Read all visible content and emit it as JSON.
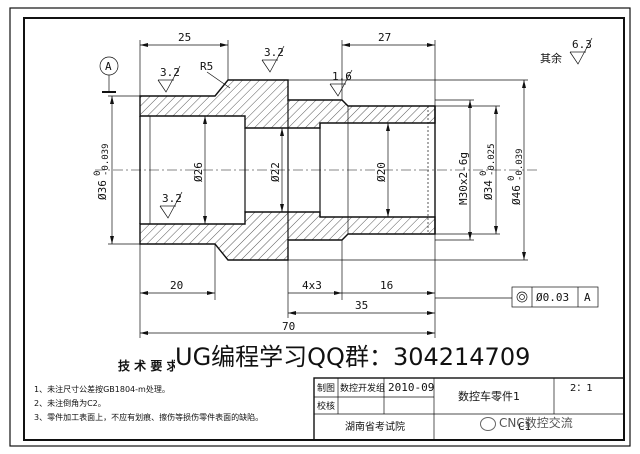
{
  "dimensions": {
    "top_left": "25",
    "top_right": "27",
    "bottom_20": "20",
    "bottom_35": "35",
    "bottom_70": "70",
    "groove": "4x3",
    "bottom_16": "16",
    "dia_left": "Ø36",
    "dia_left_tol": "-0.039",
    "dia_26": "Ø26",
    "dia_22": "Ø22",
    "dia_20": "Ø20",
    "thread": "M30x2-6g",
    "dia_34": "Ø34",
    "dia_34_tol": "-0.025",
    "dia_46": "Ø46",
    "dia_46_tol": "-0.039",
    "tol_zero": "0",
    "radius": "R5"
  },
  "roughness": {
    "left_top": "3.2",
    "mid_top": "3.2",
    "bore": "3.2",
    "thread": "1.6",
    "rest_label": "其余",
    "rest_value": "6.3"
  },
  "datum": {
    "label": "A"
  },
  "geometric_tolerance": {
    "value": "Ø0.03",
    "datum": "A"
  },
  "tech_requirements": {
    "title": "技 术 要 求",
    "items": [
      "1、未注尺寸公差按GB1804-m处理。",
      "2、未注倒角为C2。",
      "3、零件加工表面上，不应有划痕、擦伤等损伤零件表面的缺陷。"
    ]
  },
  "title_block": {
    "drawn_label": "制图",
    "drawn_by": "数控开发组",
    "date": "2010-09",
    "check_label": "校核",
    "part_name": "数控车零件1",
    "scale": "2：1",
    "org": "湖南省考试院",
    "sheet": "C1"
  },
  "banner_text": "UG编程学习QQ群：304214709",
  "watermark_text": "CNC数控交流"
}
